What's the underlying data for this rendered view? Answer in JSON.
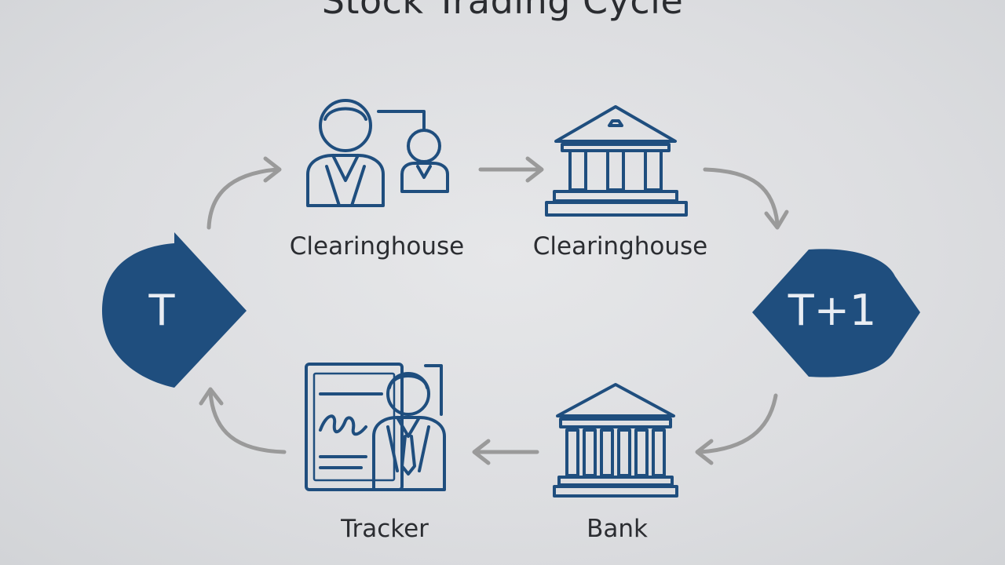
{
  "title": "Stock Trading Cycle",
  "nodes": {
    "start": {
      "label": "T"
    },
    "end": {
      "label": "T+1"
    }
  },
  "steps": [
    {
      "label": "Clearinghouse",
      "icon": "people-icon"
    },
    {
      "label": "Clearinghouse",
      "icon": "bank-building-icon"
    },
    {
      "label": "Bank",
      "icon": "bank-building-icon"
    },
    {
      "label": "Tracker",
      "icon": "signed-document-person-icon"
    }
  ],
  "colors": {
    "node_fill": "#1f4e7e",
    "icon_stroke": "#1f4e7e",
    "arrow": "#9a9a9a",
    "background": "#dcdde0"
  }
}
